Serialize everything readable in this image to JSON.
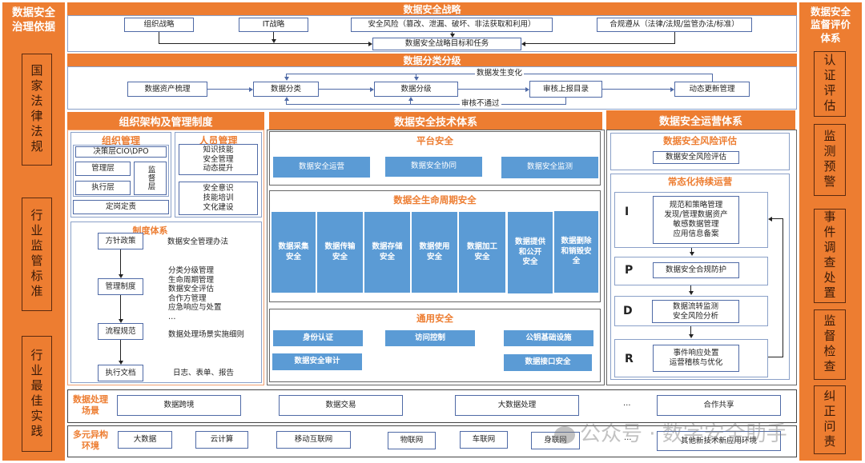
{
  "left_sidebar": {
    "title": "数据安全\n治理依据",
    "items": [
      "国家法律法规",
      "行业监管标准",
      "行业最佳实践"
    ]
  },
  "right_sidebar": {
    "title": "数据安全\n监督评价\n体系",
    "items": [
      "认证评估",
      "监测预警",
      "事件调查处置",
      "监督检查",
      "纠正问责"
    ]
  },
  "strategy": {
    "title": "数据安全战略",
    "inputs": [
      "组织战略",
      "IT战略",
      "安全风险（篡改、泄漏、破坏、非法获取和利用）",
      "合规遵从（法律/法规/监管办法/标准）"
    ],
    "target": "数据安全战略目标和任务"
  },
  "classification": {
    "title": "数据分类分级",
    "steps": [
      "数据资产梳理",
      "数据分类",
      "数据分级",
      "审核上报目录",
      "动态更新管理"
    ],
    "loop_top_label": "数据发生变化",
    "loop_bottom_label": "审核不通过"
  },
  "org": {
    "title": "组织架构及管理制度",
    "org_mgmt": {
      "title": "组织管理",
      "decision": "决策层CIO\\DPO",
      "management": "管理层",
      "execution": "执行层",
      "supervision": "监督层",
      "roles": "定岗定责"
    },
    "people_mgmt": {
      "title": "人员管理",
      "box1": "知识技能\n安全管理\n动态提升",
      "box2": "安全意识\n技能培训\n文化建设"
    },
    "policy": {
      "title": "制度体系",
      "levels": [
        "方针政策",
        "管理制度",
        "流程规范",
        "执行文档"
      ],
      "desc": [
        "数据安全管理办法",
        "分类分级管理\n生命周期管理\n数据安全评估\n合作方管理\n应急响应与处置\n…",
        "数据处理场景实施细则",
        "日志、表单、报告"
      ]
    }
  },
  "tech": {
    "title": "数据安全技术体系",
    "platform": {
      "title": "平台安全",
      "items": [
        "数据安全运营",
        "数据安全协同",
        "数据安全监测"
      ]
    },
    "lifecycle": {
      "title": "数据全生命周期安全",
      "items": [
        "数据采集\n安全",
        "数据传输\n安全",
        "数据存储\n安全",
        "数据使用\n安全",
        "数据加工\n安全",
        "数据提供\n和公开\n安全",
        "数据删除\n和销毁安\n全"
      ]
    },
    "general": {
      "title": "通用安全",
      "items": [
        "身份认证",
        "访问控制",
        "公钥基础设施",
        "数据安全审计",
        "数据接口安全"
      ]
    }
  },
  "ops": {
    "title": "数据安全运营体系",
    "risk": {
      "title": "数据安全风险评估",
      "item": "数据安全风险评估"
    },
    "continuous": {
      "title": "常态化持续运营",
      "stages": [
        {
          "letter": "I",
          "text": "规范和策略管理\n发现/管理数据资产\n敏感数据管理\n应用信息备案"
        },
        {
          "letter": "P",
          "text": "数据安全合规防护"
        },
        {
          "letter": "D",
          "text": "数据流转监测\n安全风险分析"
        },
        {
          "letter": "R",
          "text": "事件响应处置\n运营稽核与优化"
        }
      ]
    }
  },
  "scenarios": {
    "label": "数据处理\n场景",
    "items": [
      "数据跨境",
      "数据交易",
      "大数据处理",
      "…",
      "合作共享"
    ]
  },
  "environments": {
    "label": "多元异构\n环境",
    "items": [
      "大数据",
      "云计算",
      "移动互联网",
      "物联网",
      "车联网",
      "身联网",
      "…",
      "其他新技术新应用环境"
    ]
  },
  "watermark": "公众号 · 数字安全助手",
  "colors": {
    "orange": "#ed7d31",
    "blue": "#5b9bd5",
    "box_border": "#4f6aa6"
  }
}
